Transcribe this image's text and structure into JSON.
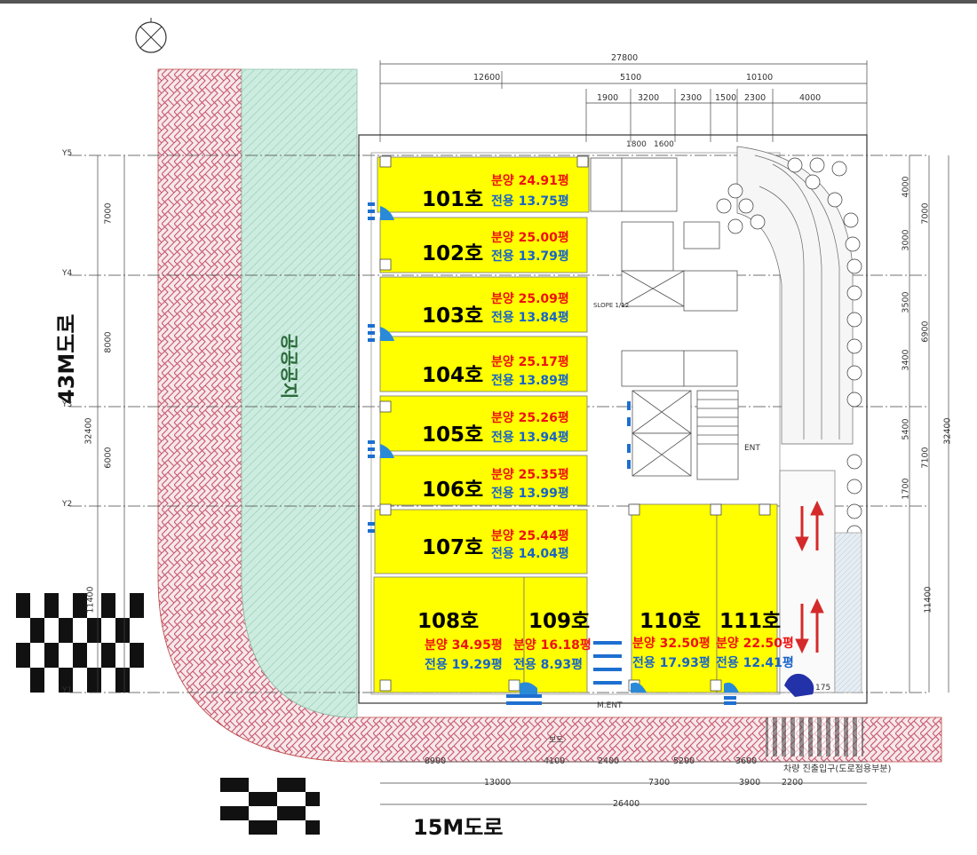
{
  "units": [
    {
      "no": "101호",
      "sale": "분양 24.91평",
      "excl": "전용 13.75평"
    },
    {
      "no": "102호",
      "sale": "분양 25.00평",
      "excl": "전용 13.79평"
    },
    {
      "no": "103호",
      "sale": "분양 25.09평",
      "excl": "전용 13.84평"
    },
    {
      "no": "104호",
      "sale": "분양 25.17평",
      "excl": "전용 13.89평"
    },
    {
      "no": "105호",
      "sale": "분양 25.26평",
      "excl": "전용 13.94평"
    },
    {
      "no": "106호",
      "sale": "분양 25.35평",
      "excl": "전용 13.99평"
    },
    {
      "no": "107호",
      "sale": "분양 25.44평",
      "excl": "전용 14.04평"
    },
    {
      "no": "108호",
      "sale": "분양 34.95평",
      "excl": "전용 19.29평"
    },
    {
      "no": "109호",
      "sale": "분양 16.18평",
      "excl": "전용 8.93평"
    },
    {
      "no": "110호",
      "sale": "분양 32.50평",
      "excl": "전용 17.93평"
    },
    {
      "no": "111호",
      "sale": "분양 22.50평",
      "excl": "전용 12.41평"
    }
  ],
  "roads": {
    "left": "43M도로",
    "bottom": "15M도로"
  },
  "public_space": "공공공지",
  "dims": {
    "top_total": "27800",
    "top_row1": [
      "12600",
      "5100",
      "10100"
    ],
    "top_row2": [
      "1900",
      "3200",
      "2300",
      "1500",
      "2300",
      "4000"
    ],
    "core": [
      "1800",
      "1600"
    ],
    "bottom_row1": [
      "8900",
      "4100",
      "2400",
      "5200",
      "3600"
    ],
    "bottom_row2": [
      "13000",
      "7300",
      "3900",
      "2200"
    ],
    "bottom_total": "26400",
    "left": [
      "7000",
      "8000",
      "6000",
      "11400"
    ],
    "left_total": "32400",
    "right_inner": [
      "4000",
      "3000",
      "3500",
      "3400",
      "5400",
      "1700",
      "11400"
    ],
    "right_mid": [
      "7000",
      "6900",
      "7100"
    ],
    "right_total": "32400",
    "grid": [
      "Y5",
      "Y4",
      "Y3",
      "Y2",
      "Y1"
    ]
  },
  "labels": {
    "entrance": "차량 진출입구(도로점용부분)",
    "ment": "M.ENT",
    "ent": "ENT",
    "sidewalk": "보도",
    "slope": "SLOPE 1/12",
    "dim_175": "175"
  },
  "colors": {
    "unit_fill": "#ffff00",
    "sale_text": "#e11111",
    "excl_text": "#1763c9",
    "hatch": "#c8556c",
    "green": "#c9eadb"
  }
}
